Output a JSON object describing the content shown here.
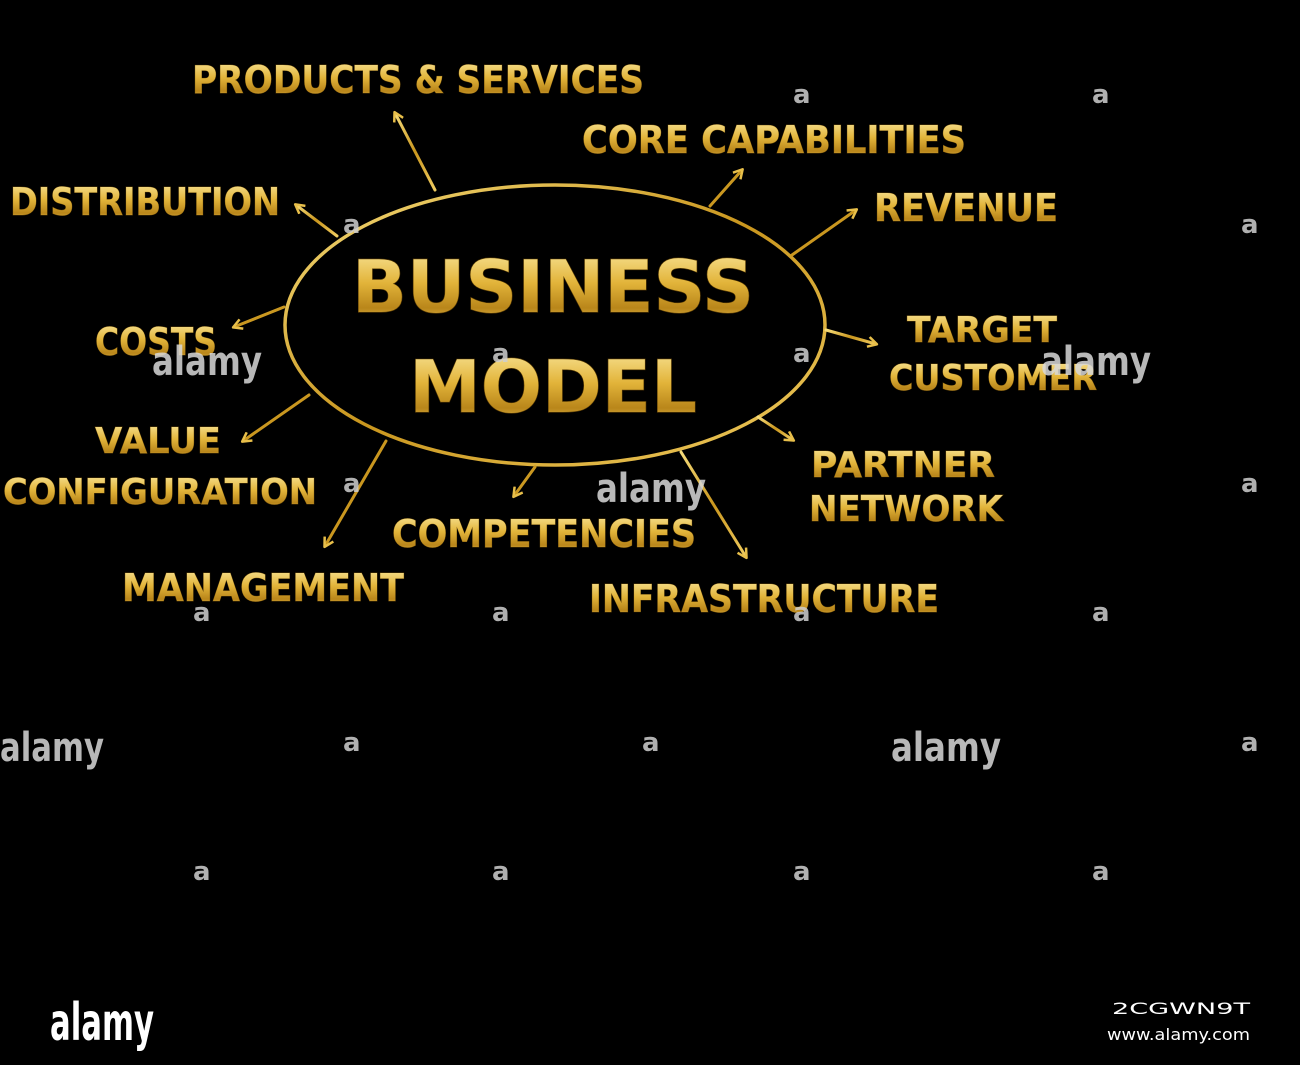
{
  "diagram": {
    "center_line1": "BUSINESS",
    "center_line2": "MODEL",
    "colors": {
      "gold_light": "#f6dc7a",
      "gold_mid": "#d4a520",
      "gold_dark": "#8a6210",
      "background": "#000000"
    },
    "labels": {
      "products_services": "PRODUCTS & SERVICES",
      "core_capabilities": "CORE CAPABILITIES",
      "distribution": "DISTRIBUTION",
      "revenue": "REVENUE",
      "costs": "COSTS",
      "target_line1": "TARGET",
      "target_line2": "CUSTOMER",
      "value_line1": "VALUE",
      "value_line2": "CONFIGURATION",
      "partner_line1": "PARTNER",
      "partner_line2": "NETWORK",
      "competencies": "COMPETENCIES",
      "management": "MANAGEMENT",
      "infrastructure": "INFRASTRUCTURE"
    }
  },
  "watermark": {
    "brand": "alamy",
    "small_mark": "a",
    "image_id": "2CGWN9T",
    "site": "www.alamy.com"
  }
}
